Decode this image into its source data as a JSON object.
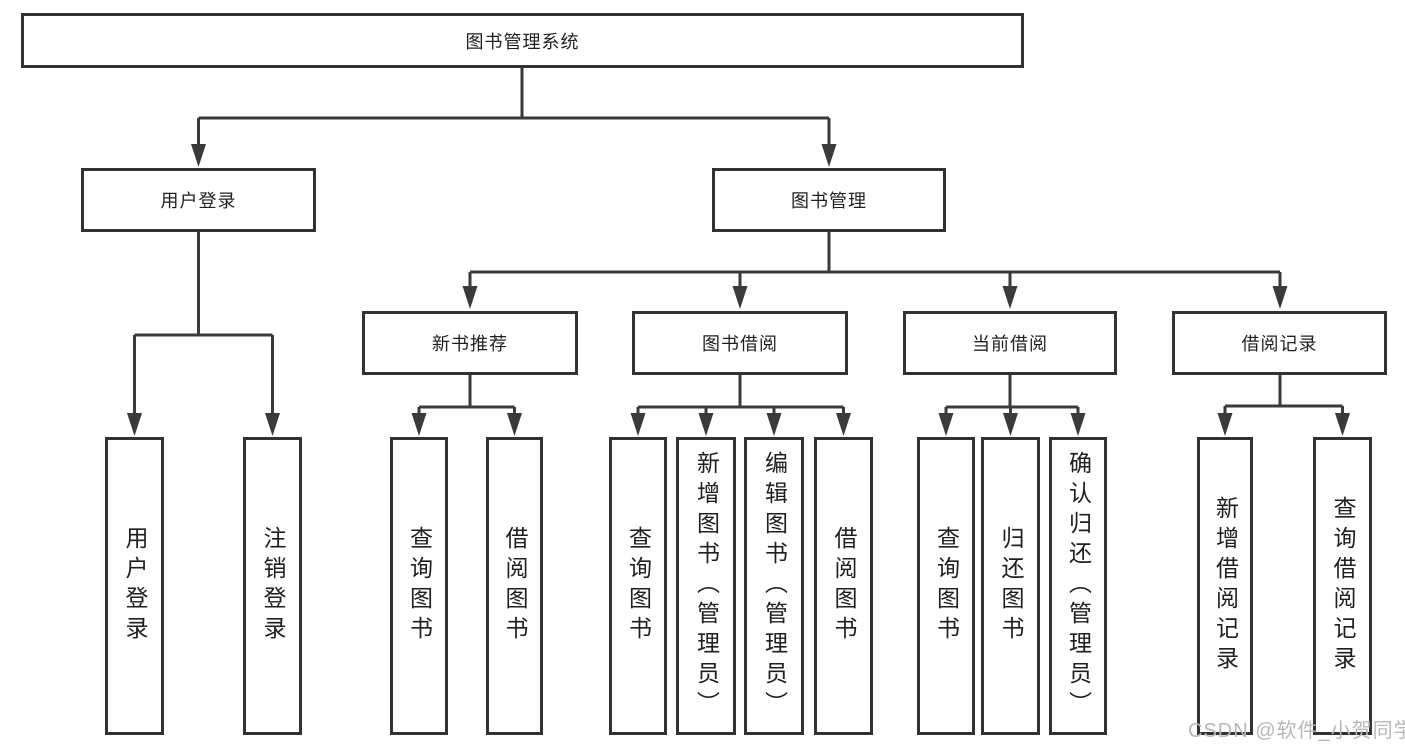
{
  "style": {
    "line": "#3a3a3a",
    "box-border": "#323232",
    "text": "#1f1f1f",
    "watermark-color": "#b7b7b7",
    "background": "#ffffff"
  },
  "watermark": "CSDN @软件_小贺同学",
  "nodes": {
    "root": "图书管理系统",
    "user_login": "用户登录",
    "book_mgmt": "图书管理",
    "new_book_rec": "新书推荐",
    "book_borrow": "图书借阅",
    "current_borrow": "当前借阅",
    "borrow_records": "借阅记录",
    "leaves": {
      "user_login": "用户登录",
      "logout": "注销登录",
      "query_books_1": "查询图书",
      "borrow_books_1": "借阅图书",
      "query_books_2": "查询图书",
      "add_book_admin": "新增图书（管理员）",
      "edit_book_admin": "编辑图书（管理员）",
      "borrow_books_2": "借阅图书",
      "query_books_3": "查询图书",
      "return_book": "归还图书",
      "confirm_return_admin": "确认归还（管理员）",
      "add_borrow_record": "新增借阅记录",
      "query_borrow_record": "查询借阅记录"
    }
  }
}
